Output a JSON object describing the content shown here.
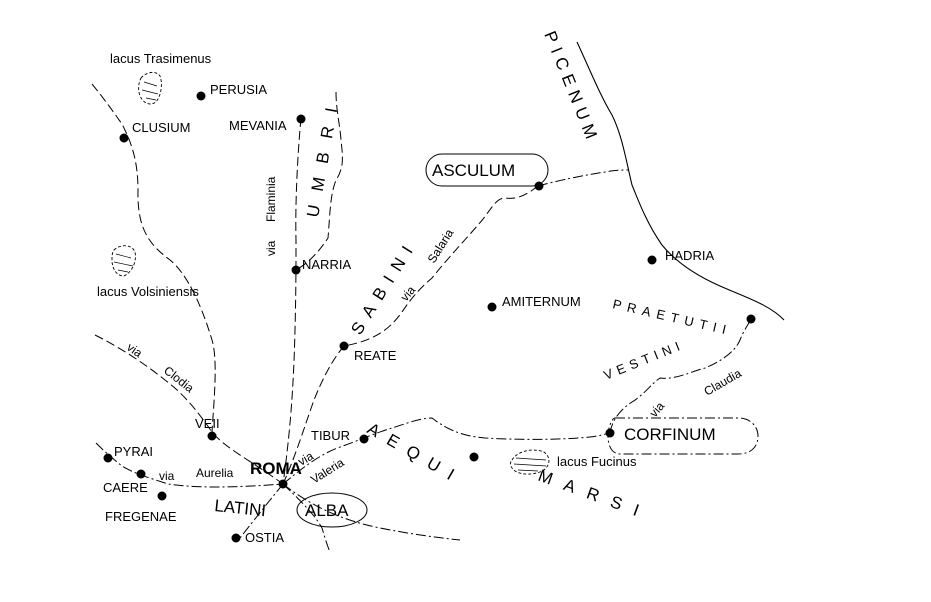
{
  "cities": {
    "perusia": "PERUSIA",
    "clusium": "CLUSIUM",
    "mevania": "MEVANIA",
    "narria": "NARRIA",
    "asculum": "ASCULUM",
    "hadria": "HADRIA",
    "amiternum": "AMITERNUM",
    "reate": "REATE",
    "veii": "VEII",
    "tibur": "TIBUR",
    "roma": "ROMA",
    "pyrai": "PYRAI",
    "caere": "CAERE",
    "fregenae": "FREGENAE",
    "ostia": "OSTIA",
    "alba": "ALBA",
    "corfinum": "CORFINUM"
  },
  "lakes": {
    "trasimenus": "lacus Trasimenus",
    "volsiniensis": "lacus Volsiniensis",
    "fucinus": "lacus Fucinus"
  },
  "regions": {
    "picenum": "PICENUM",
    "umbri": "UMBRI",
    "sabini": "SABINI",
    "praetutii": "PRAETUTII",
    "vestini": "VESTINI",
    "aequi": "AEQUI",
    "marsi": "MARSI",
    "latini": "LATINI"
  },
  "roads": {
    "via_flaminia": "via Flaminia",
    "via_salaria": "via Salaria",
    "via_clodia": "via Clodia",
    "via_aurelia": "via Aurelia",
    "via_valeria": "via Valeria",
    "via_claudia": "via Claudia",
    "via_word": "via",
    "flaminia": "Flaminia",
    "salaria": "Salaria",
    "clodia": "Clodia",
    "aurelia": "Aurelia",
    "valeria": "Valeria",
    "claudia": "Claudia"
  },
  "colors": {
    "ink": "#000000",
    "background": "#ffffff"
  }
}
